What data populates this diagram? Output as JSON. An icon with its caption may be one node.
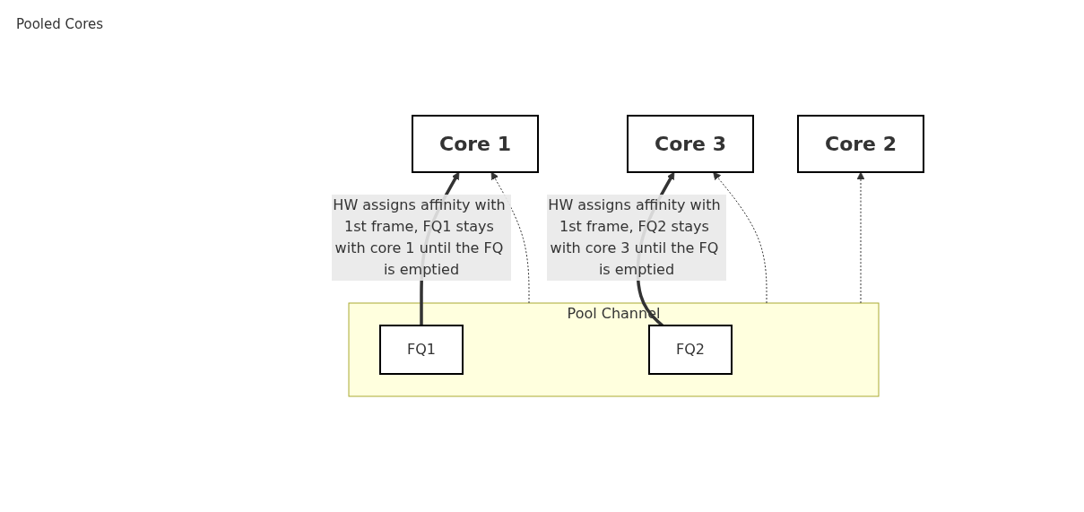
{
  "diagram": {
    "nodes": [
      {
        "text": [
          "Core 1"
        ]
      },
      {
        "text": [
          "Core 2"
        ]
      },
      {
        "text": [
          "Core 3"
        ]
      },
      {
        "text": [
          "Pool Channel"
        ]
      },
      {
        "text": [
          "FQ1"
        ],
        "in": 3
      },
      {
        "text": [
          "FQ2"
        ],
        "in": 3
      }
    ],
    "edges": [
      {
        "from": 4,
        "to": 0,
        "arrow": "to",
        "style": "thick",
        "label": "HW assigns affinity with 1st frame, FQ1 stays with core 1 until the FQ is emptied"
      },
      {
        "from": 3,
        "to": 0,
        "arrow": "to",
        "style": "dashed"
      },
      {
        "from": 3,
        "to": 1,
        "arrow": "to",
        "style": "dashed"
      },
      {
        "from": 3,
        "to": 2,
        "arrow": "to",
        "style": "dashed"
      },
      {
        "from": 5,
        "to": 2,
        "arrow": "to",
        "style": "thick",
        "label": "HW assigns affinity with 1st frame, FQ2 stays with core 3 until the FQ is emptied"
      }
    ],
    "labels": [
      "Pooled Cores"
    ]
  }
}
